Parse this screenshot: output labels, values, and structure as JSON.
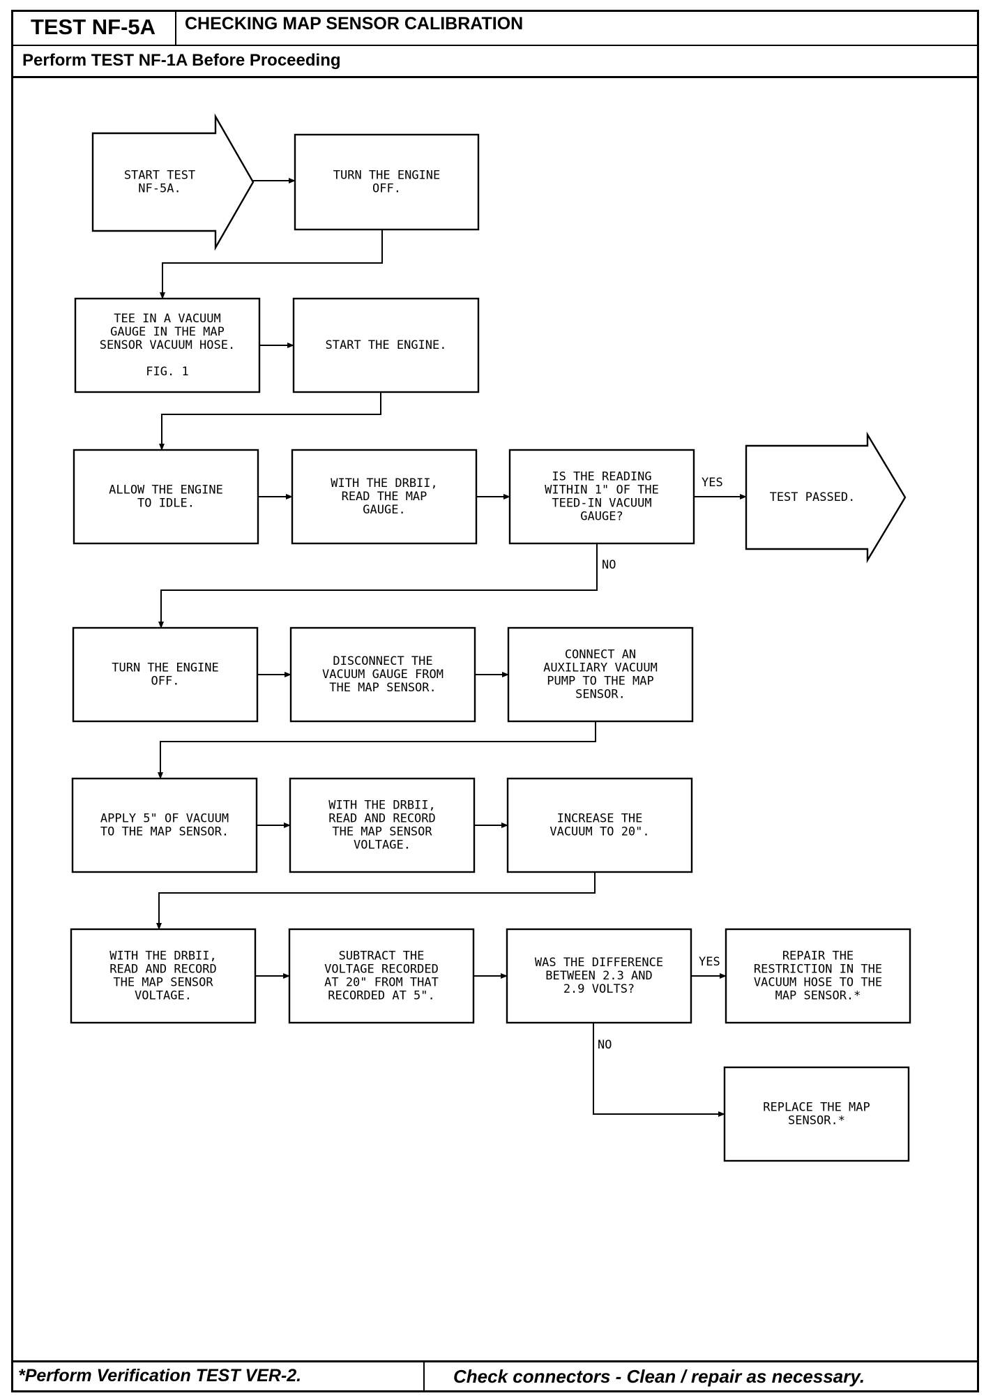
{
  "header": {
    "test_id": "TEST NF-5A",
    "title": "CHECKING MAP SENSOR CALIBRATION",
    "prerequisite": "Perform TEST NF-1A Before Proceeding"
  },
  "footer": {
    "note": "*Perform Verification TEST VER-2.",
    "reminder": "Check connectors - Clean / repair as necessary."
  },
  "flowchart": {
    "nodes": [
      {
        "id": "start",
        "shape": "arrow-start",
        "lines": [
          "START TEST",
          "NF-5A."
        ]
      },
      {
        "id": "engine-off-1",
        "shape": "process",
        "lines": [
          "TURN THE ENGINE",
          "OFF."
        ]
      },
      {
        "id": "tee-gauge",
        "shape": "process",
        "lines": [
          "TEE IN A VACUUM",
          "GAUGE IN THE MAP",
          "SENSOR VACUUM HOSE.",
          "",
          "FIG. 1"
        ]
      },
      {
        "id": "start-engine",
        "shape": "process",
        "lines": [
          "START THE ENGINE."
        ]
      },
      {
        "id": "idle",
        "shape": "process",
        "lines": [
          "ALLOW THE ENGINE",
          "TO IDLE."
        ]
      },
      {
        "id": "read-map-gauge",
        "shape": "process",
        "lines": [
          "WITH THE DRBII,",
          "READ THE MAP",
          "GAUGE."
        ]
      },
      {
        "id": "reading-within",
        "shape": "decision",
        "lines": [
          "IS THE READING",
          "WITHIN 1\" OF THE",
          "TEED-IN VACUUM",
          "GAUGE?"
        ]
      },
      {
        "id": "test-passed",
        "shape": "arrow-end",
        "lines": [
          "TEST PASSED."
        ]
      },
      {
        "id": "engine-off-2",
        "shape": "process",
        "lines": [
          "TURN THE ENGINE",
          "OFF."
        ]
      },
      {
        "id": "disconnect-gauge",
        "shape": "process",
        "lines": [
          "DISCONNECT THE",
          "VACUUM GAUGE FROM",
          "THE MAP SENSOR."
        ]
      },
      {
        "id": "connect-pump",
        "shape": "process",
        "lines": [
          "CONNECT AN",
          "AUXILIARY VACUUM",
          "PUMP TO THE MAP",
          "SENSOR."
        ]
      },
      {
        "id": "apply-5",
        "shape": "process",
        "lines": [
          "APPLY 5\" OF VACUUM",
          "TO THE MAP SENSOR."
        ]
      },
      {
        "id": "record-voltage-1",
        "shape": "process",
        "lines": [
          "WITH THE DRBII,",
          "READ AND RECORD",
          "THE MAP SENSOR",
          "VOLTAGE."
        ]
      },
      {
        "id": "increase-20",
        "shape": "process",
        "lines": [
          "INCREASE THE",
          "VACUUM TO 20\"."
        ]
      },
      {
        "id": "record-voltage-2",
        "shape": "process",
        "lines": [
          "WITH THE DRBII,",
          "READ AND RECORD",
          "THE MAP SENSOR",
          "VOLTAGE."
        ]
      },
      {
        "id": "subtract",
        "shape": "process",
        "lines": [
          "SUBTRACT THE",
          "VOLTAGE RECORDED",
          "AT 20\" FROM THAT",
          "RECORDED AT 5\"."
        ]
      },
      {
        "id": "difference",
        "shape": "decision",
        "lines": [
          "WAS THE DIFFERENCE",
          "BETWEEN 2.3 AND",
          "2.9 VOLTS?"
        ]
      },
      {
        "id": "repair-hose",
        "shape": "process",
        "lines": [
          "REPAIR THE",
          "RESTRICTION IN THE",
          "VACUUM HOSE TO THE",
          "MAP SENSOR.*"
        ]
      },
      {
        "id": "replace-sensor",
        "shape": "process",
        "lines": [
          "REPLACE THE MAP",
          "SENSOR.*"
        ]
      }
    ],
    "edges": [
      {
        "from": "start",
        "to": "engine-off-1",
        "label": ""
      },
      {
        "from": "engine-off-1",
        "to": "tee-gauge",
        "label": ""
      },
      {
        "from": "tee-gauge",
        "to": "start-engine",
        "label": ""
      },
      {
        "from": "start-engine",
        "to": "idle",
        "label": ""
      },
      {
        "from": "idle",
        "to": "read-map-gauge",
        "label": ""
      },
      {
        "from": "read-map-gauge",
        "to": "reading-within",
        "label": ""
      },
      {
        "from": "reading-within",
        "to": "test-passed",
        "label": "YES"
      },
      {
        "from": "reading-within",
        "to": "engine-off-2",
        "label": "NO"
      },
      {
        "from": "engine-off-2",
        "to": "disconnect-gauge",
        "label": ""
      },
      {
        "from": "disconnect-gauge",
        "to": "connect-pump",
        "label": ""
      },
      {
        "from": "connect-pump",
        "to": "apply-5",
        "label": ""
      },
      {
        "from": "apply-5",
        "to": "record-voltage-1",
        "label": ""
      },
      {
        "from": "record-voltage-1",
        "to": "increase-20",
        "label": ""
      },
      {
        "from": "increase-20",
        "to": "record-voltage-2",
        "label": ""
      },
      {
        "from": "record-voltage-2",
        "to": "subtract",
        "label": ""
      },
      {
        "from": "subtract",
        "to": "difference",
        "label": ""
      },
      {
        "from": "difference",
        "to": "repair-hose",
        "label": "YES"
      },
      {
        "from": "difference",
        "to": "replace-sensor",
        "label": "NO"
      }
    ]
  }
}
